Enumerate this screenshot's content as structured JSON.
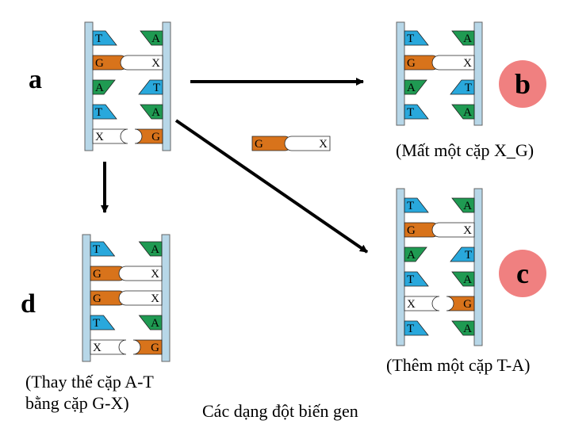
{
  "colors": {
    "T": "#29a8dc",
    "A": "#1f9a52",
    "G": "#d8731b",
    "X": "#ffffff",
    "backbone": "#b7d7e8",
    "circle": "#f08080"
  },
  "labels": {
    "a": "a",
    "b": "b",
    "c": "c",
    "d": "d"
  },
  "captions": {
    "b": "(Mất một cặp X_G)",
    "c": "(Thêm một cặp T-A)",
    "d": "(Thay thế cặp A-T\nbằng cặp G-X)",
    "title": "Các dạng đột biến gen"
  },
  "molecules": {
    "a": [
      [
        "T",
        "A"
      ],
      [
        "G",
        "X"
      ],
      [
        "A",
        "T"
      ],
      [
        "T",
        "A"
      ],
      [
        "X",
        "G"
      ]
    ],
    "b": [
      [
        "T",
        "A"
      ],
      [
        "G",
        "X"
      ],
      [
        "A",
        "T"
      ],
      [
        "T",
        "A"
      ]
    ],
    "c": [
      [
        "T",
        "A"
      ],
      [
        "G",
        "X"
      ],
      [
        "A",
        "T"
      ],
      [
        "T",
        "A"
      ],
      [
        "X",
        "G"
      ],
      [
        "T",
        "A"
      ]
    ],
    "d": [
      [
        "T",
        "A"
      ],
      [
        "G",
        "X"
      ],
      [
        "G",
        "X"
      ],
      [
        "T",
        "A"
      ],
      [
        "X",
        "G"
      ]
    ],
    "free_pair": [
      "G",
      "X"
    ]
  }
}
